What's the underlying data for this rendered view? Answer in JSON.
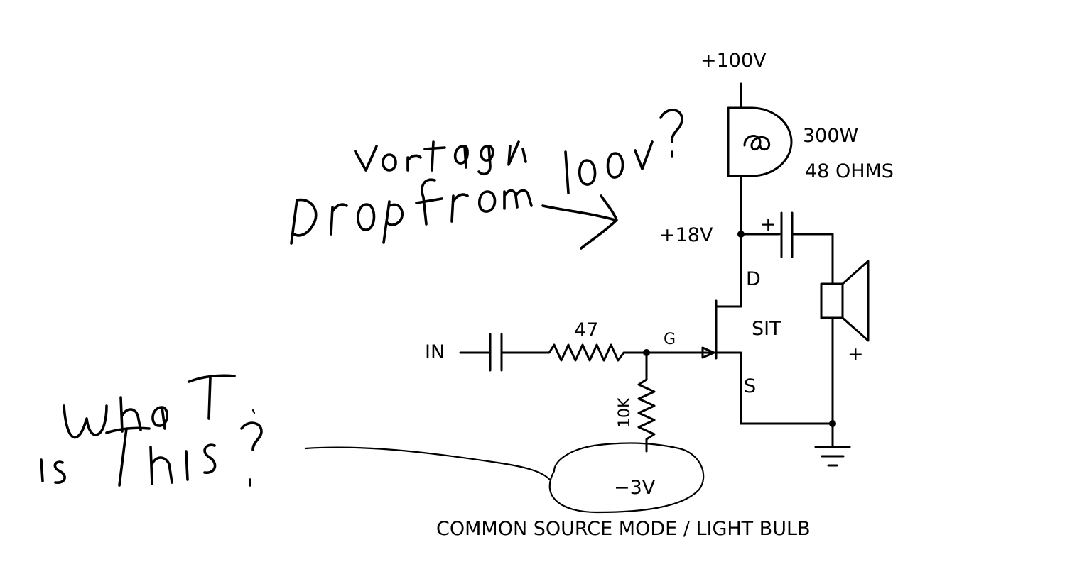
{
  "schematic": {
    "supply_voltage": "+100V",
    "bulb_power": "300W",
    "bulb_resistance": "48 OHMS",
    "drain_voltage": "+18V",
    "cap_polarity": "+",
    "drain_pin": "D",
    "device": "SIT",
    "gate_pin": "G",
    "source_pin": "S",
    "input": "IN",
    "gate_resistor": "47",
    "bias_resistor": "10K",
    "bias_voltage": "−3V",
    "speaker_polarity": "+",
    "caption": "COMMON SOURCE MODE / LIGHT BULB"
  },
  "annotations": {
    "voltage_drop_note": "voltage drop from 100v?",
    "bias_question": "what is this?"
  }
}
